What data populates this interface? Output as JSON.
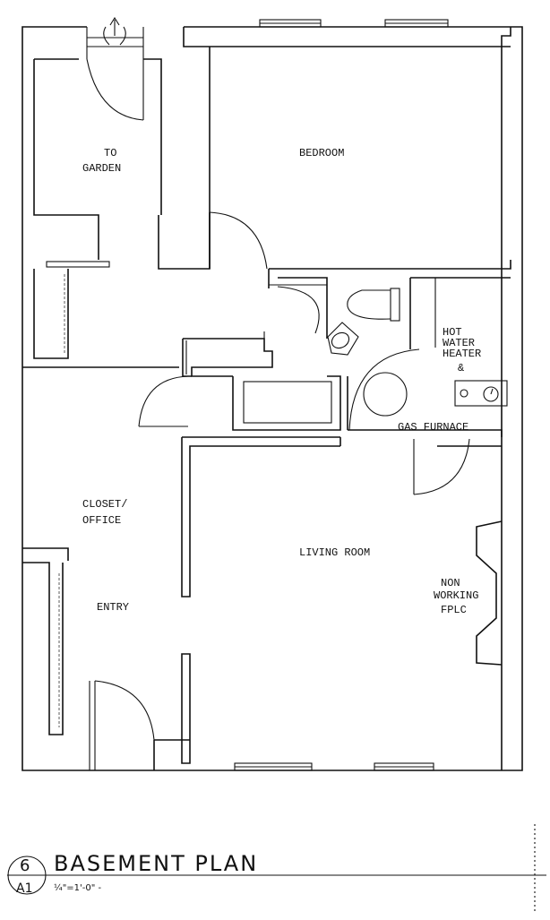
{
  "rooms": {
    "to_garden": [
      "TO",
      "GARDEN"
    ],
    "bedroom": "BEDROOM",
    "hot_water_heater": [
      "HOT",
      "WATER",
      "HEATER",
      "&"
    ],
    "gas_furnace": "GAS FURNACE",
    "closet_office": [
      "CLOSET/",
      "OFFICE"
    ],
    "living_room": "LIVING ROOM",
    "entry": "ENTRY",
    "fireplace": [
      "NON",
      "WORKING",
      "FPLC"
    ]
  },
  "title_block": {
    "sheet_number": "6",
    "sheet_ref": "A1",
    "title": "BASEMENT PLAN",
    "scale": "¼\"=1'-0\" -"
  }
}
